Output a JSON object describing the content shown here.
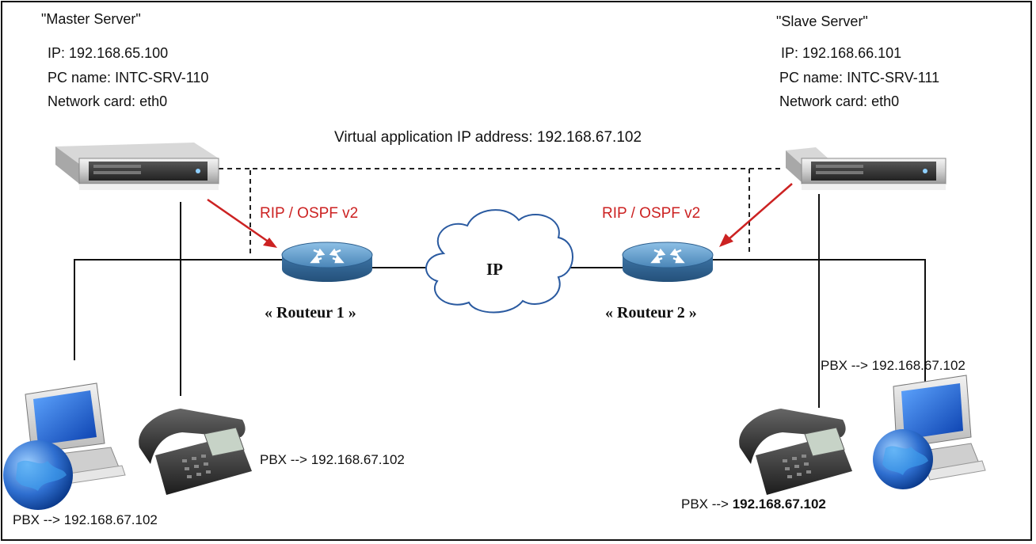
{
  "master": {
    "title": "\"Master Server\"",
    "ip_label": "IP:",
    "ip": "192.168.65.100",
    "pc_label": "PC name:",
    "pc_name": "INTC-SRV-110",
    "nic_label": "Network card:",
    "nic": "eth0"
  },
  "slave": {
    "title": "\"Slave Server\"",
    "ip_label": "IP:",
    "ip": "192.168.66.101",
    "pc_label": "PC name:",
    "pc_name": "INTC-SRV-111",
    "nic_label": "Network card:",
    "nic": "eth0"
  },
  "virtual": {
    "label": "Virtual application IP address:",
    "ip": "192.168.67.102"
  },
  "routing_protocol_left": "RIP / OSPF v2",
  "routing_protocol_right": "RIP / OSPF v2",
  "cloud_label": "IP",
  "router1_label": "« Routeur 1 »",
  "router2_label": "« Routeur 2 »",
  "pbx": {
    "left_pc": "PBX --> 192.168.67.102",
    "left_phone": "PBX --> 192.168.67.102",
    "right_phone_prefix": "PBX --> ",
    "right_phone_ip": "192.168.67.102",
    "right_pc": "PBX --> 192.168.67.102"
  },
  "colors": {
    "protocol": "#cc2222",
    "router_blue": "#4a86b8",
    "screen_blue": "#1d5fd0"
  }
}
